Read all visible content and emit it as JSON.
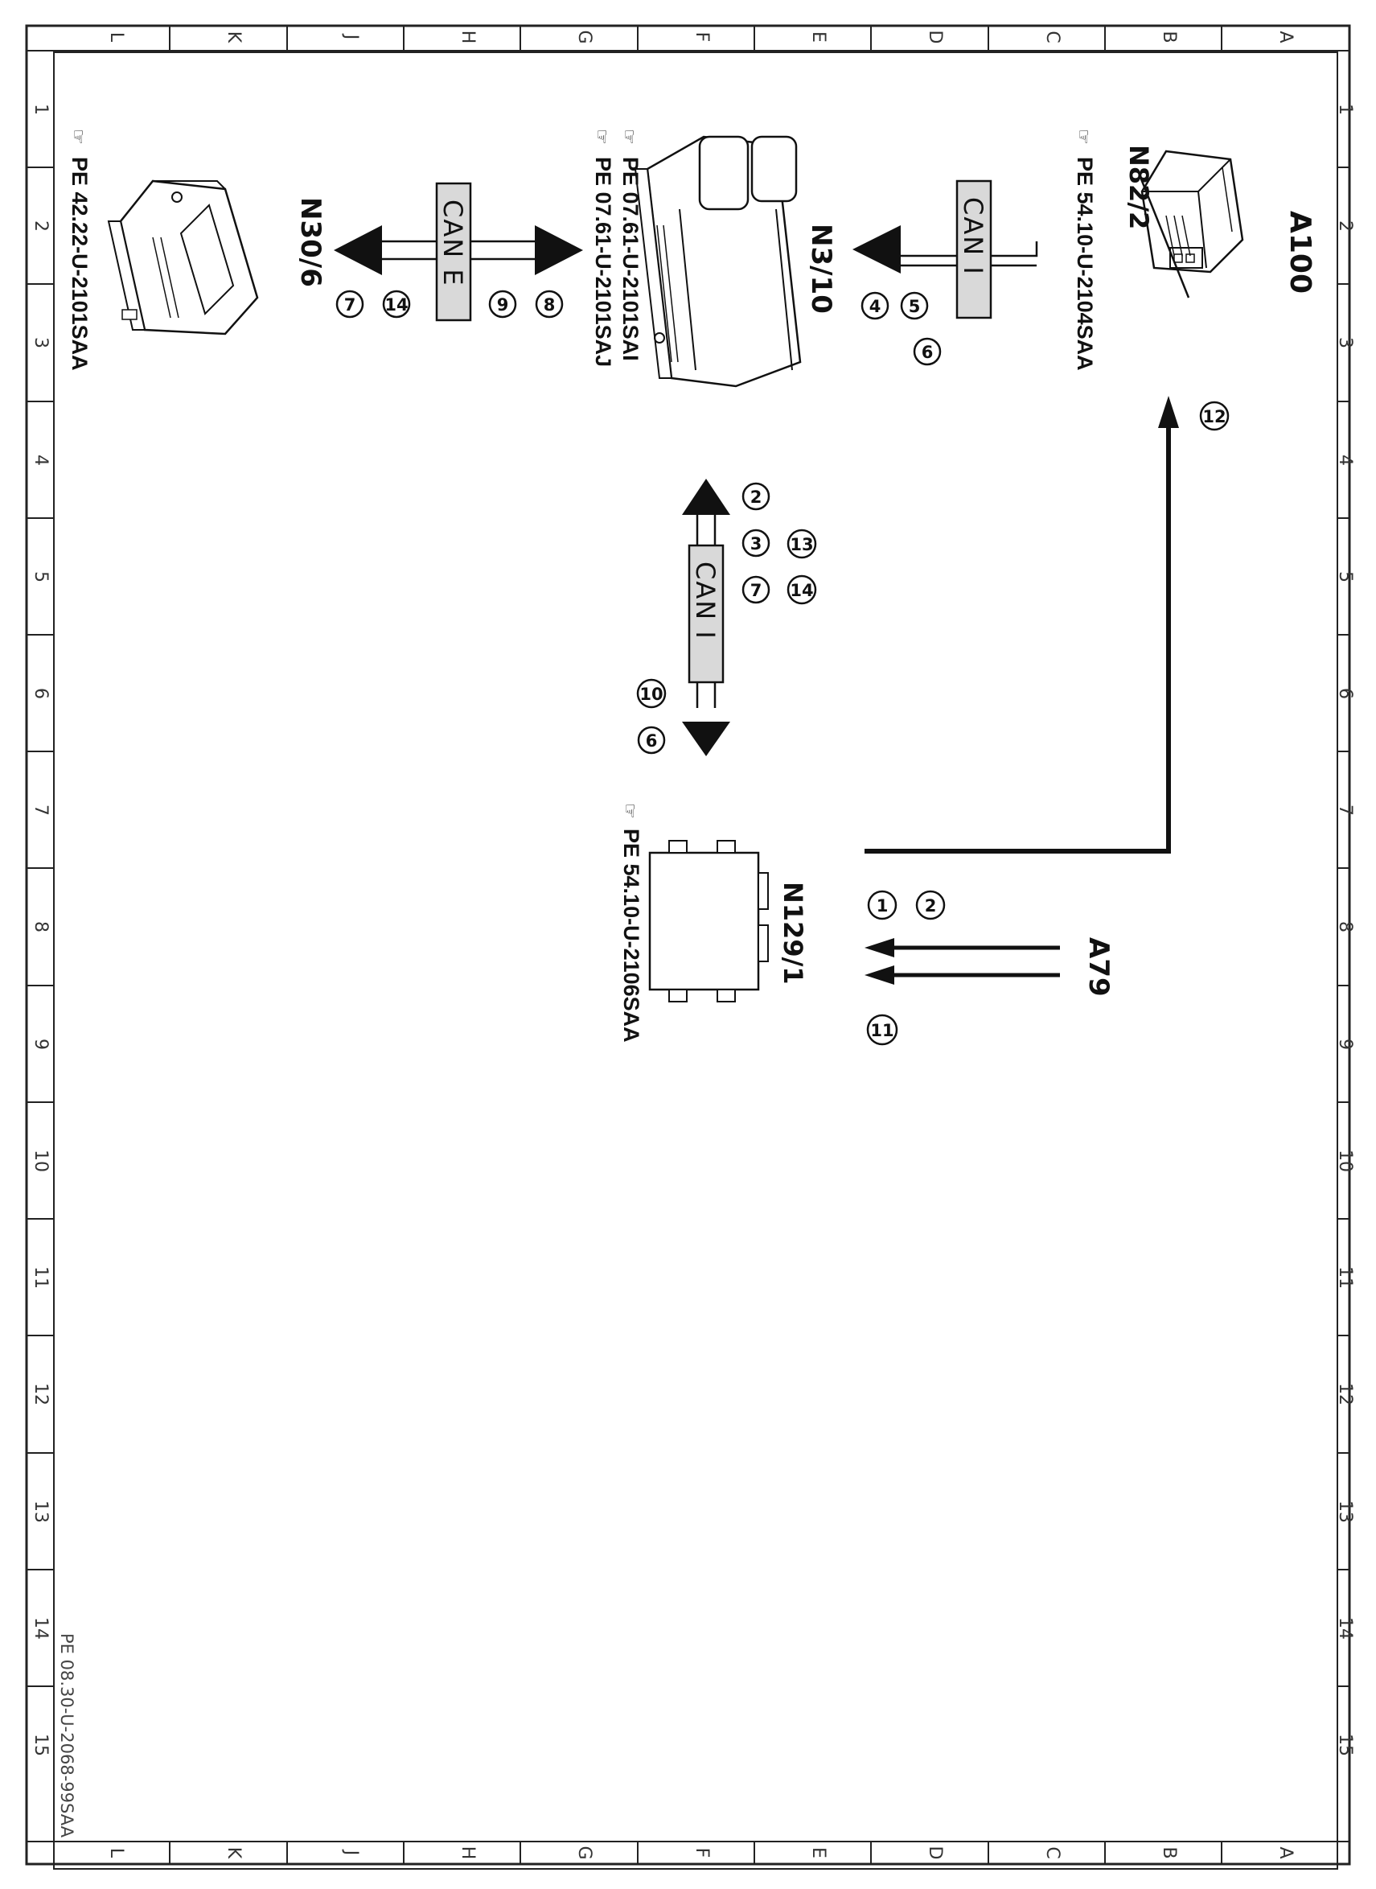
{
  "grid": {
    "letters": [
      "L",
      "K",
      "J",
      "H",
      "G",
      "F",
      "E",
      "D",
      "C",
      "B",
      "A"
    ],
    "numbers": [
      "1",
      "2",
      "3",
      "4",
      "5",
      "6",
      "7",
      "8",
      "9",
      "10",
      "11",
      "12",
      "13",
      "14",
      "15"
    ]
  },
  "components": {
    "a100": {
      "label": "A100",
      "sublabel": "N82/2",
      "ref": "PE 54.10-U-2104SAA"
    },
    "n3_10": {
      "label": "N3/10",
      "ref1": "PE 07.61-U-2101SAI",
      "ref2": "PE 07.61-U-2101SAJ"
    },
    "n30_6": {
      "label": "N30/6",
      "ref": "PE 42.22-U-2101SAA"
    },
    "n129_1": {
      "label": "N129/1",
      "ref": "PE 54.10-U-2106SAA"
    },
    "a79": {
      "label": "A79"
    }
  },
  "buses": {
    "can_i_top": "CAN I",
    "can_e": "CAN E",
    "can_i_middle": "CAN I"
  },
  "callouts": {
    "top": [
      "5",
      "6",
      "4"
    ],
    "can_e": [
      "8",
      "9",
      "14",
      "7"
    ],
    "a100_signal": [
      "12"
    ],
    "mid_upper": [
      "13",
      "14",
      "2",
      "3",
      "7"
    ],
    "mid_lower": [
      "10",
      "6"
    ],
    "a79": [
      "2",
      "1",
      "11"
    ]
  },
  "footer": "PE 08.30-U-2068-99SAA",
  "colors": {
    "ink": "#111111",
    "bus_fill": "#d9d9d9",
    "frame": "#222222"
  }
}
